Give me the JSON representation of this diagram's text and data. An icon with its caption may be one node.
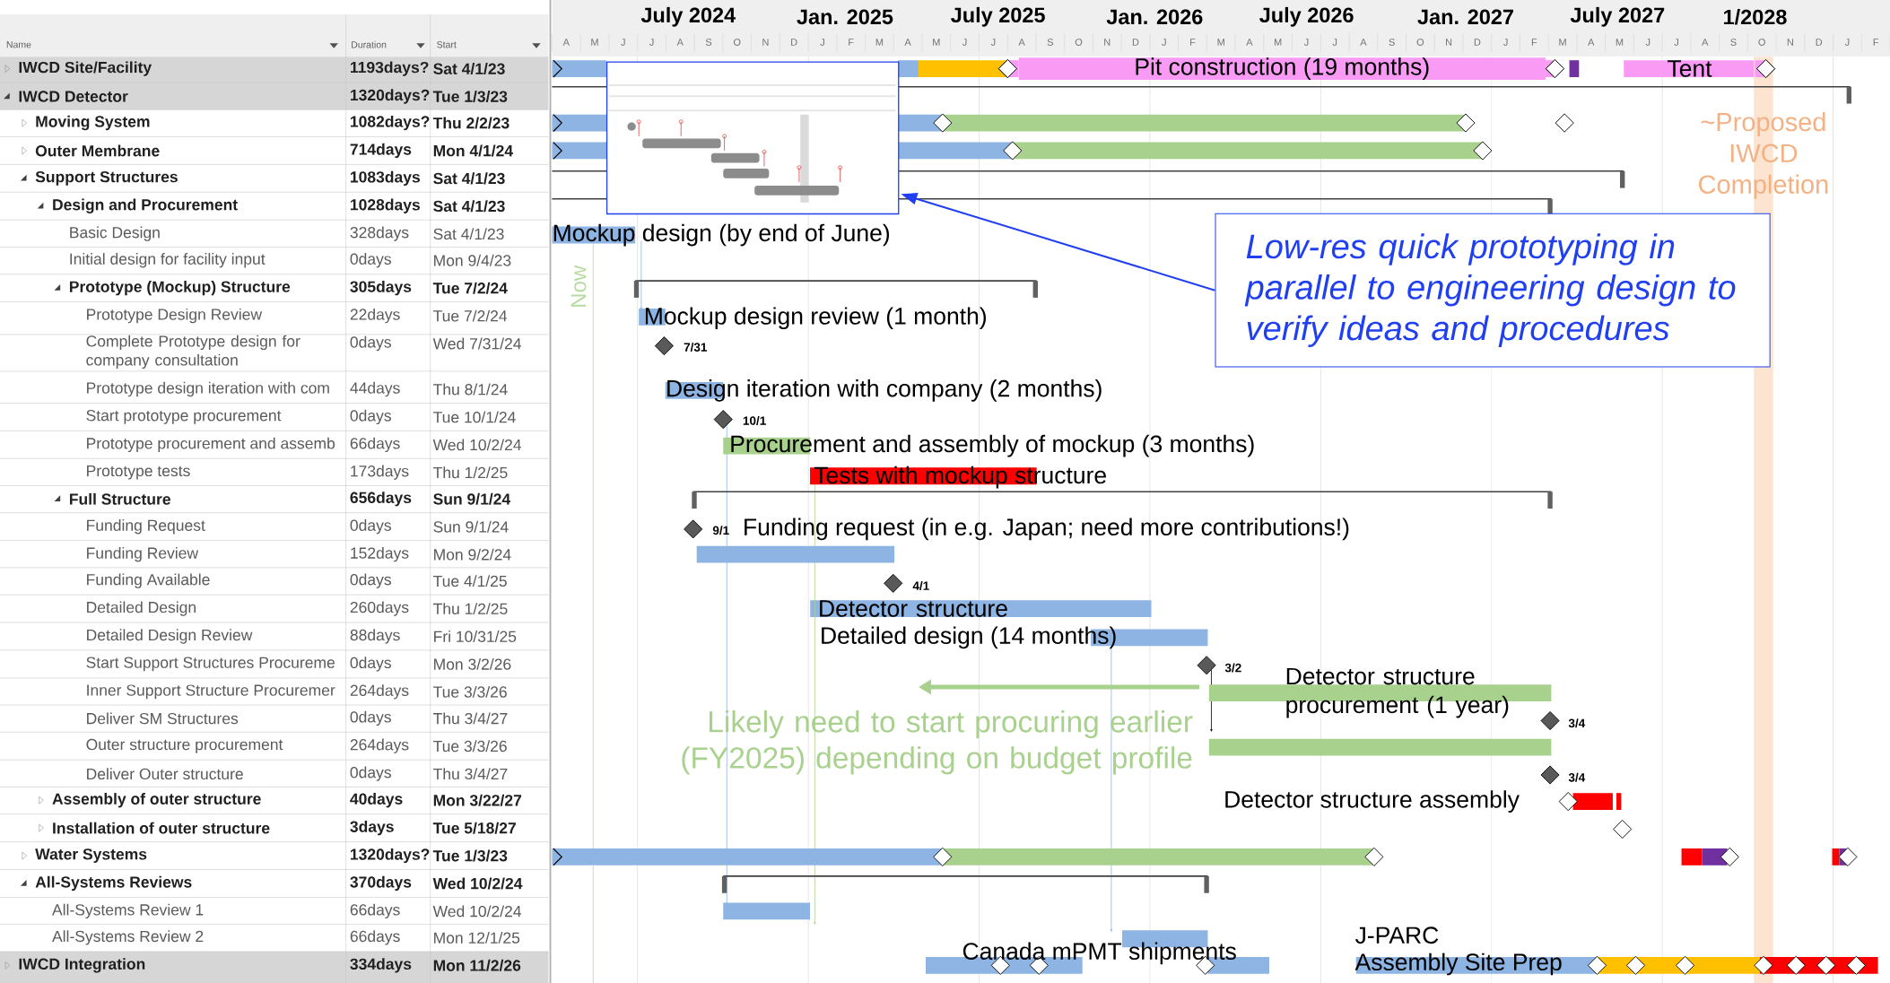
{
  "diagram": {
    "nodes": [
      {
        "text": [],
        "shape": "picture"
      },
      {
        "text": [
          "Low-res quick prototyping in parallel to engineering design to verify ideas and procedures"
        ]
      },
      {
        "text": [
          "Pit construction (19 months)"
        ]
      },
      {
        "text": [
          "Tent"
        ]
      },
      {
        "text": [
          "Detector structure"
        ]
      }
    ],
    "edges": [
      {
        "from": 1,
        "to": 0,
        "arrow": "to",
        "color": "#1f3ff0"
      }
    ],
    "labels": [
      "Name",
      "Duration",
      "Start",
      "July 2024",
      "Jan. 2025",
      "July 2025",
      "Jan. 2026",
      "July 2026",
      "Jan. 2027",
      "July 2027",
      "1/2028",
      "A",
      "M",
      "J",
      "J",
      "A",
      "S",
      "O",
      "N",
      "D",
      "J",
      "F",
      "M",
      "A",
      "M",
      "J",
      "J",
      "A",
      "S",
      "O",
      "N",
      "D",
      "J",
      "F",
      "M",
      "A",
      "M",
      "J",
      "J",
      "A",
      "S",
      "O",
      "N",
      "D",
      "J",
      "F",
      "M",
      "A",
      "M",
      "J",
      "J",
      "A",
      "S",
      "O",
      "N",
      "D",
      "J",
      "F",
      "IWCD Site/Facility",
      "1193days?",
      "Sat 4/1/23",
      "IWCD Detector",
      "1320days?",
      "Tue 1/3/23",
      "Moving System",
      "1082days?",
      "Thu 2/2/23",
      "Outer Membrane",
      "714days",
      "Mon 4/1/24",
      "Support Structures",
      "1083days",
      "Sat 4/1/23",
      "Design and Procurement",
      "1028days",
      "Sat 4/1/23",
      "Basic Design",
      "328days",
      "Sat 4/1/23",
      "Initial design for facility input",
      "0days",
      "Mon 9/4/23",
      "Prototype (Mockup) Structure",
      "305days",
      "Tue 7/2/24",
      "Prototype Design Review",
      "22days",
      "Tue 7/2/24",
      "Complete Prototype design for company consultation",
      "0days",
      "Wed 7/31/24",
      "Prototype design iteration with com",
      "44days",
      "Thu 8/1/24",
      "Start prototype procurement",
      "0days",
      "Tue 10/1/24",
      "Prototype procurement  and assemb",
      "66days",
      "Wed 10/2/24",
      "Prototype tests",
      "173days",
      "Thu 1/2/25",
      "Full Structure",
      "656days",
      "Sun 9/1/24",
      "Funding Request",
      "0days",
      "Sun 9/1/24",
      "Funding Review",
      "152days",
      "Mon 9/2/24",
      "Funding Available",
      "0days",
      "Tue 4/1/25",
      "Detailed Design",
      "260days",
      "Thu 1/2/25",
      "Detailed Design Review",
      "88days",
      "Fri 10/31/25",
      "Start Support Structures Procureme",
      "0days",
      "Mon 3/2/26",
      "Inner Support Structure Procuremer",
      "264days",
      "Tue 3/3/26",
      "Deliver SM Structures",
      "0days",
      "Thu 3/4/27",
      "Outer structure procurement",
      "264days",
      "Tue 3/3/26",
      "Deliver Outer structure",
      "0days",
      "Thu 3/4/27",
      "Assembly of outer structure",
      "40days",
      "Mon 3/22/27",
      "Installation of outer structure",
      "3days",
      "Tue 5/18/27",
      "Water Systems",
      "1320days?",
      "Tue 1/3/23",
      "All-Systems Reviews",
      "370days",
      "Wed 10/2/24",
      "All-Systems Review 1",
      "66days",
      "Wed 10/2/24",
      "All-Systems Review 2",
      "66days",
      "Mon 12/1/25",
      "IWCD Integration",
      "334days",
      "Mon 11/2/26",
      "~Proposed IWCD Completion",
      "Mockup design (by end of June)",
      "Now",
      "Mockup design review (1 month)",
      "7/31",
      "Design iteration with company (2 months)",
      "10/1",
      "Procurement and assembly of mockup (3 months)",
      "Tests with mockup structure",
      "9/1",
      "Funding request (in e.g. Japan; need more contributions!)",
      "4/1",
      "Detailed design (14 months)",
      "3/2",
      "Detector structure procurement (1 year)",
      "3/4",
      "3/4",
      "Likely need to start procuring earlier (FY2025) depending on budget profile",
      "Detector structure assembly",
      "Canada mPMT shipments",
      "J-PARC",
      "Assembly Site Prep"
    ]
  }
}
